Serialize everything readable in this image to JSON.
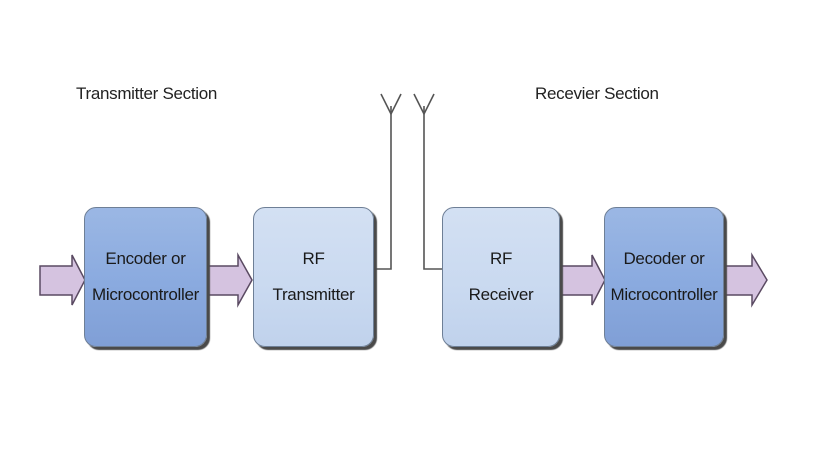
{
  "sections": {
    "transmitter_title": "Transmitter Section",
    "receiver_title": "Recevier Section"
  },
  "blocks": {
    "encoder": {
      "line1": "Encoder or",
      "line2": "Microcontroller"
    },
    "transmitter": {
      "line1": "RF",
      "line2": "Transmitter"
    },
    "receiver": {
      "line1": "RF",
      "line2": "Receiver"
    },
    "decoder": {
      "line1": "Decoder or",
      "line2": "Microcontroller"
    }
  },
  "colors": {
    "dark_block": "#8aaadf",
    "light_block": "#c9d9f0",
    "arrow_fill": "#d5c3e0",
    "arrow_stroke": "#5a4a62",
    "wire": "#555555"
  }
}
